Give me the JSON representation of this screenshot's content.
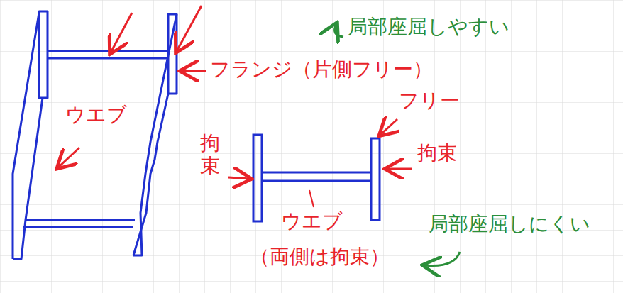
{
  "diagram": {
    "labels": [
      "ウエブ",
      "フランジ（片側フリー）",
      "局部座屈しやすい",
      "拘束",
      "フリー",
      "拘束",
      "ウエブ",
      "（両側は拘束）",
      "局部座屈しにくい"
    ]
  }
}
